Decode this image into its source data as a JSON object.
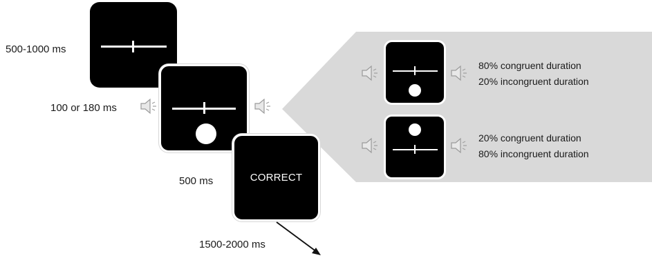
{
  "timeline": {
    "fixation_duration": "500-1000 ms",
    "stimulus_duration": "100 or 180 ms",
    "feedback_duration": "500 ms",
    "iti_duration": "1500-2000 ms",
    "feedback_text": "CORRECT"
  },
  "conditions": [
    {
      "line1": "80% congruent  duration",
      "line2": "20% incongruent  duration"
    },
    {
      "line1": "20% congruent  duration",
      "line2": "80% incongruent  duration"
    }
  ],
  "colors": {
    "panel": "#d9d9d9",
    "screen": "#000000",
    "stimulus": "#ffffff"
  }
}
